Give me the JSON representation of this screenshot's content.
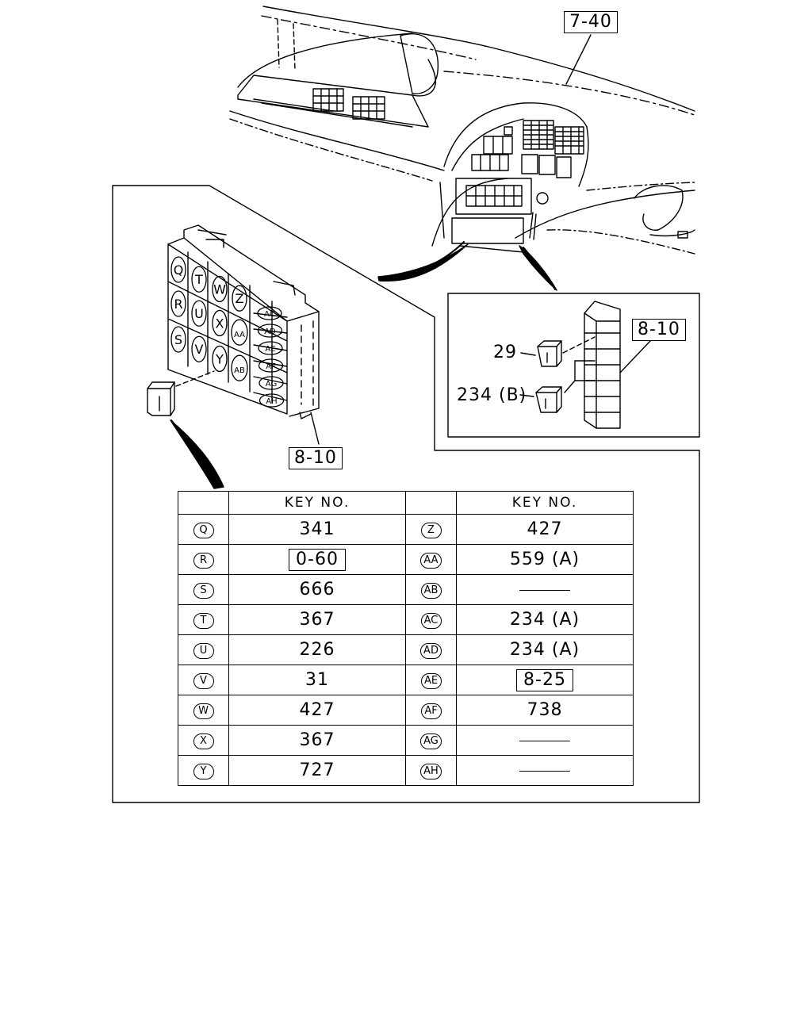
{
  "references": {
    "main_group": "7-40",
    "relay_block_top": "8-10",
    "relay_block_bottom": "8-10"
  },
  "inset_labels": {
    "relay_small": "29",
    "relay_large": "234 (B)"
  },
  "relay_positions": [
    [
      "Q",
      "T",
      "W",
      "Z"
    ],
    [
      "R",
      "U",
      "X",
      "AA"
    ],
    [
      "S",
      "V",
      "Y",
      "AB"
    ]
  ],
  "right_column_positions": [
    "AC",
    "AD",
    "AE",
    "AF",
    "AG",
    "AH"
  ],
  "key_table": {
    "header": "KEY NO.",
    "rows": [
      {
        "l_code": "Q",
        "l_val": "341",
        "l_boxed": false,
        "r_code": "Z",
        "r_val": "427",
        "r_boxed": false
      },
      {
        "l_code": "R",
        "l_val": "0-60",
        "l_boxed": true,
        "r_code": "AA",
        "r_val": "559 (A)",
        "r_boxed": false
      },
      {
        "l_code": "S",
        "l_val": "666",
        "l_boxed": false,
        "r_code": "AB",
        "r_val": "",
        "r_boxed": false
      },
      {
        "l_code": "T",
        "l_val": "367",
        "l_boxed": false,
        "r_code": "AC",
        "r_val": "234 (A)",
        "r_boxed": false
      },
      {
        "l_code": "U",
        "l_val": "226",
        "l_boxed": false,
        "r_code": "AD",
        "r_val": "234 (A)",
        "r_boxed": false
      },
      {
        "l_code": "V",
        "l_val": "31",
        "l_boxed": false,
        "r_code": "AE",
        "r_val": "8-25",
        "r_boxed": true
      },
      {
        "l_code": "W",
        "l_val": "427",
        "l_boxed": false,
        "r_code": "AF",
        "r_val": "738",
        "r_boxed": false
      },
      {
        "l_code": "X",
        "l_val": "367",
        "l_boxed": false,
        "r_code": "AG",
        "r_val": "",
        "r_boxed": false
      },
      {
        "l_code": "Y",
        "l_val": "727",
        "l_boxed": false,
        "r_code": "AH",
        "r_val": "",
        "r_boxed": false
      }
    ]
  }
}
